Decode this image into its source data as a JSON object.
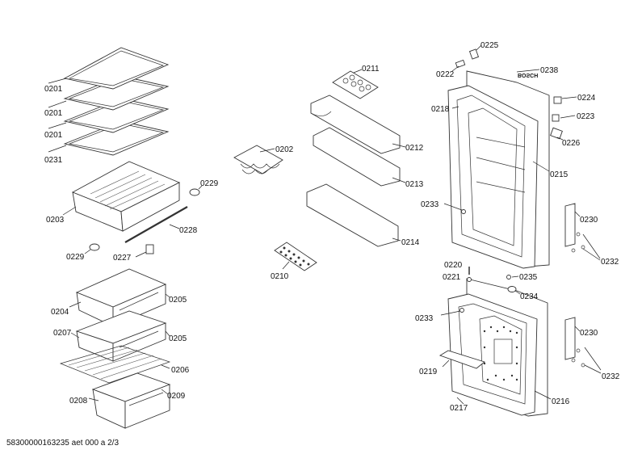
{
  "labels": {
    "l201a": "0201",
    "l201b": "0201",
    "l201c": "0201",
    "l231": "0231",
    "l203": "0203",
    "l229a": "0229",
    "l228": "0228",
    "l229b": "0229",
    "l227": "0227",
    "l204": "0204",
    "l205a": "0205",
    "l207": "0207",
    "l205b": "0205",
    "l206": "0206",
    "l208": "0208",
    "l209": "0209",
    "l202": "0202",
    "l210": "0210",
    "l211": "0211",
    "l212": "0212",
    "l213": "0213",
    "l214": "0214",
    "l225": "0225",
    "l222": "0222",
    "l238": "0238",
    "l218": "0218",
    "l224": "0224",
    "l223": "0223",
    "l226": "0226",
    "l215": "0215",
    "l233a": "0233",
    "l230a": "0230",
    "l232a": "0232",
    "l220": "0220",
    "l221": "0221",
    "l235": "0235",
    "l234": "0234",
    "l233b": "0233",
    "l230b": "0230",
    "l232b": "0232",
    "l219": "0219",
    "l216": "0216",
    "l217": "0217"
  },
  "brand_mark": "BOSCH",
  "footer": "58300000163235 aet 000 a 2/3"
}
